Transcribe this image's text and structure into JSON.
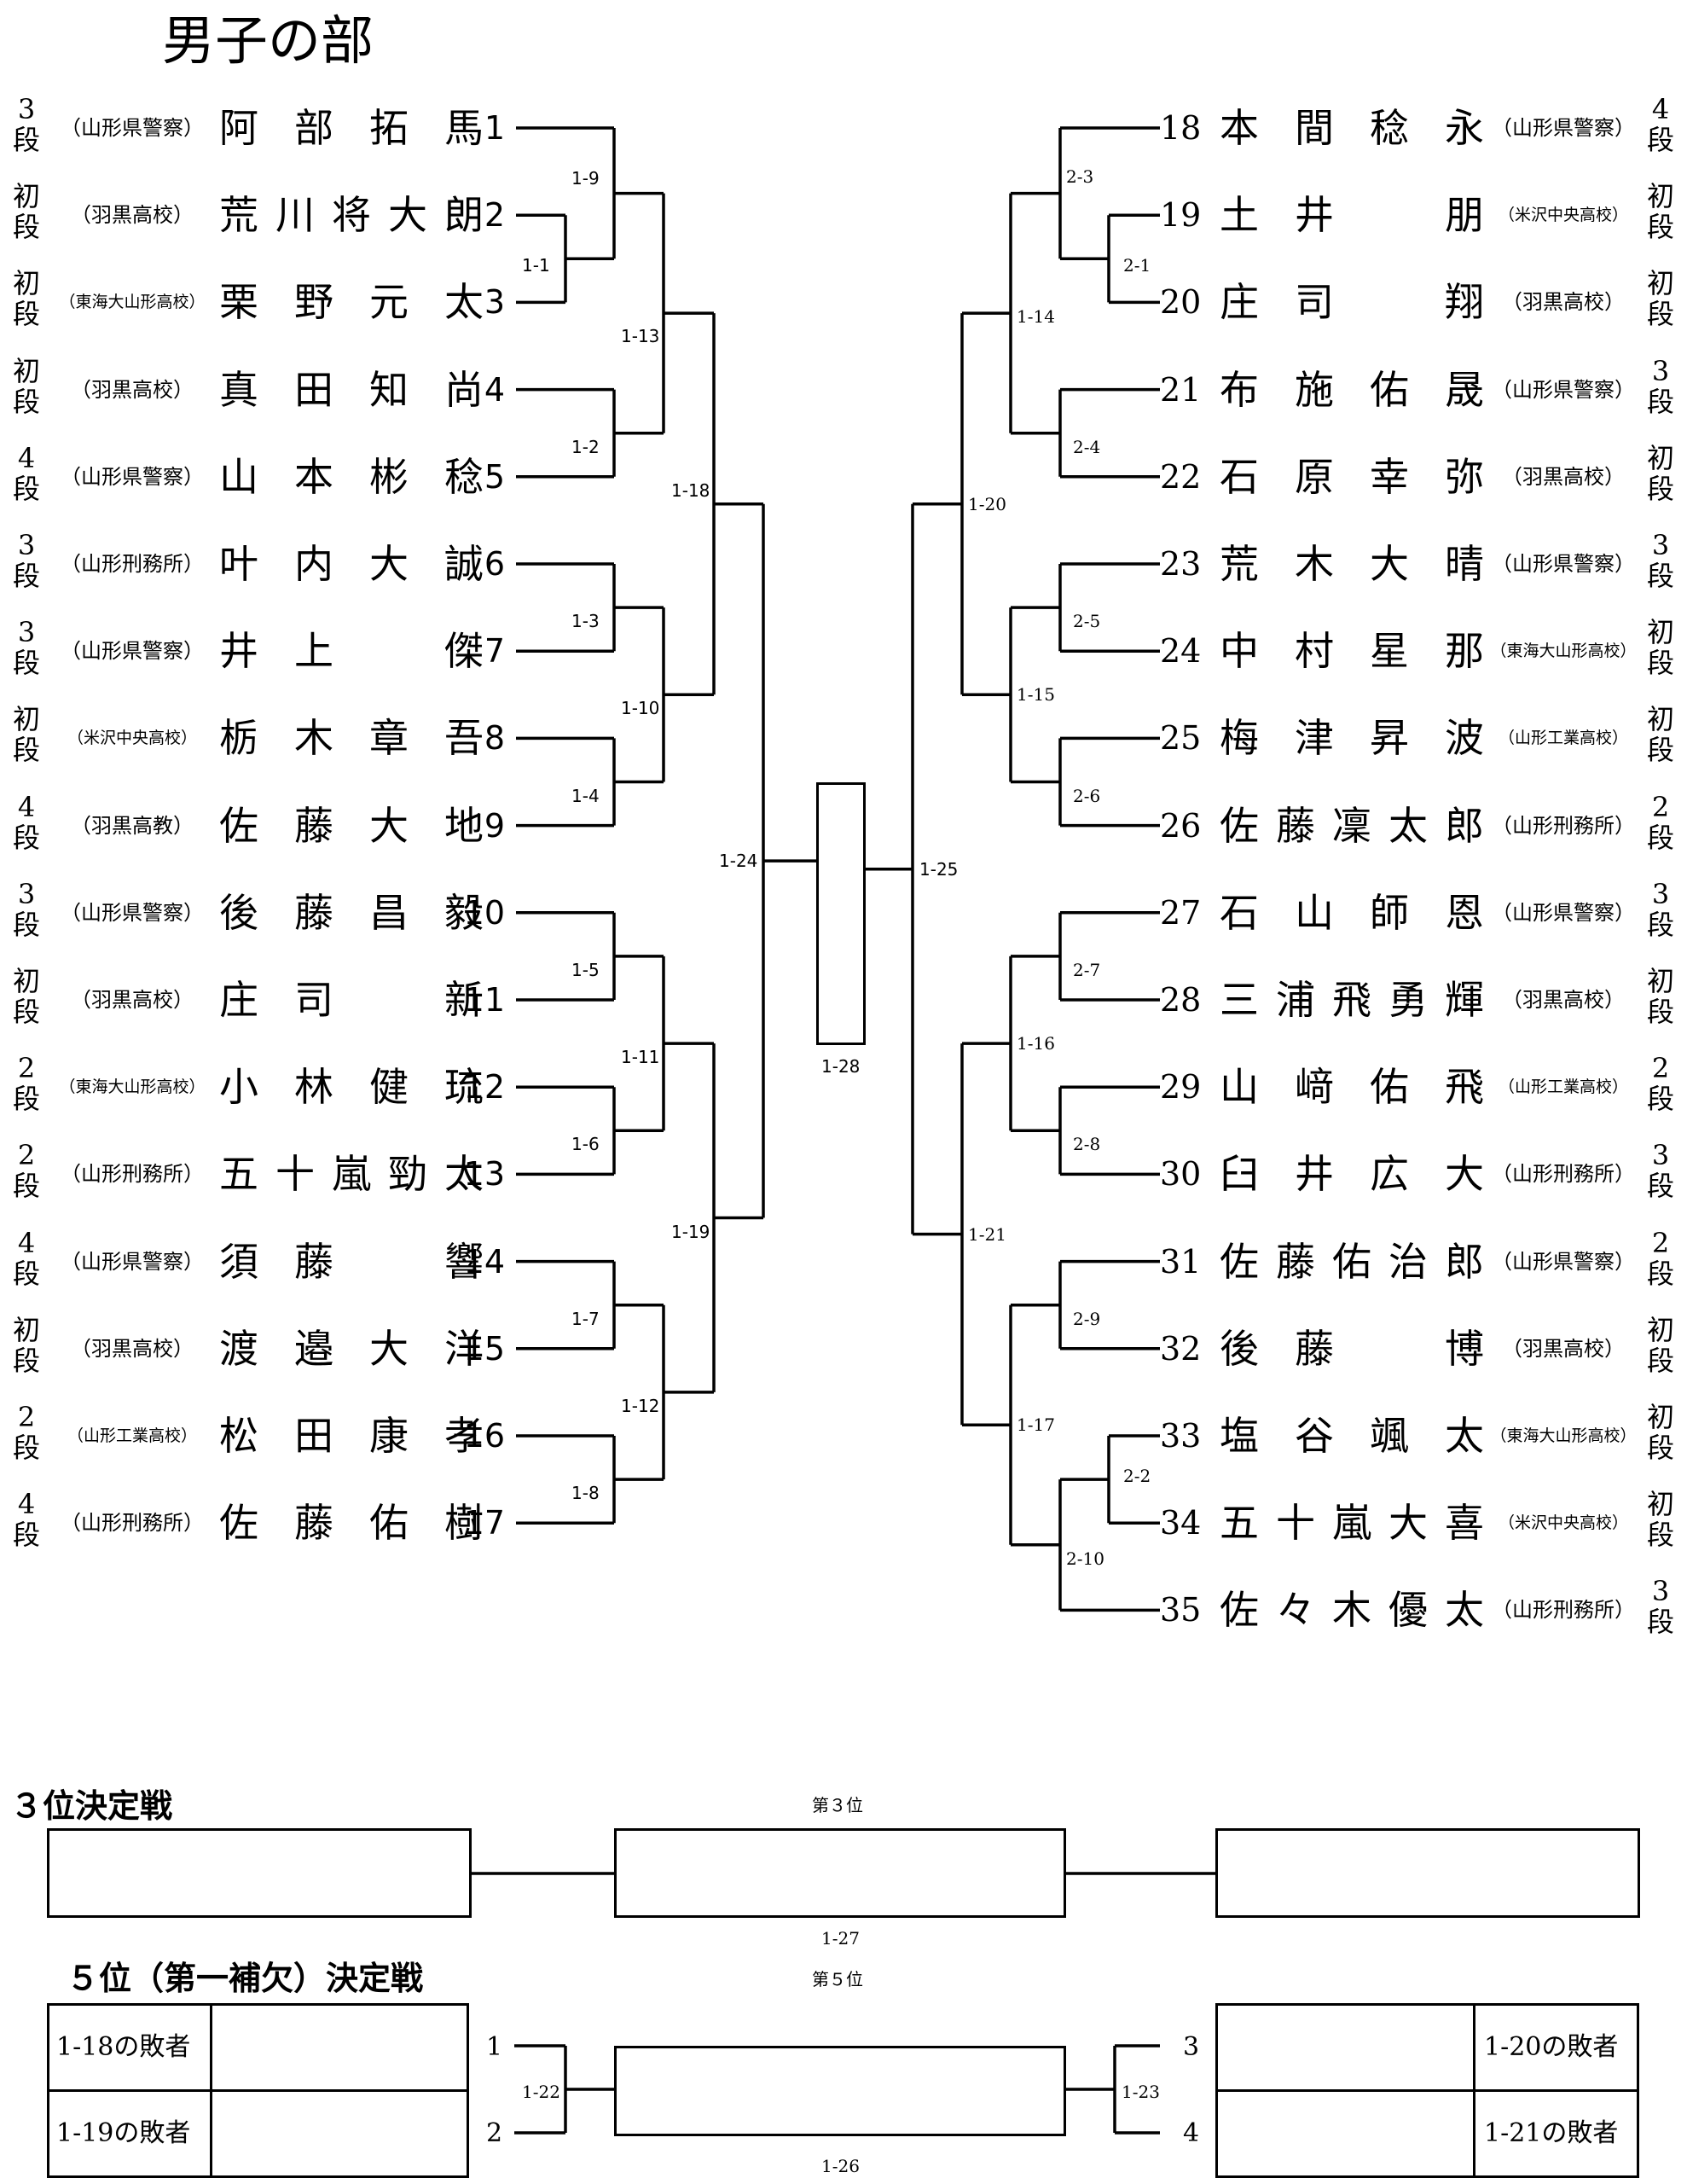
{
  "title": "男子の部",
  "left_players": [
    {
      "no": "1",
      "name": "阿部拓馬",
      "team": "（山形県警察）",
      "grade": [
        "3",
        "段"
      ]
    },
    {
      "no": "2",
      "name": "荒川将大朗",
      "team": "（羽黒高校）",
      "grade": [
        "初",
        "段"
      ]
    },
    {
      "no": "3",
      "name": "栗野元太",
      "team": "（東海大山形高校）",
      "grade": [
        "初",
        "段"
      ]
    },
    {
      "no": "4",
      "name": "真田知尚",
      "team": "（羽黒高校）",
      "grade": [
        "初",
        "段"
      ]
    },
    {
      "no": "5",
      "name": "山本彬稔",
      "team": "（山形県警察）",
      "grade": [
        "4",
        "段"
      ]
    },
    {
      "no": "6",
      "name": "叶内大誠",
      "team": "（山形刑務所）",
      "grade": [
        "3",
        "段"
      ]
    },
    {
      "no": "7",
      "name": "井上傑",
      "team": "（山形県警察）",
      "grade": [
        "3",
        "段"
      ]
    },
    {
      "no": "8",
      "name": "栃木章吾",
      "team": "（米沢中央高校）",
      "grade": [
        "初",
        "段"
      ]
    },
    {
      "no": "9",
      "name": "佐藤大地",
      "team": "（羽黒高教）",
      "grade": [
        "4",
        "段"
      ]
    },
    {
      "no": "10",
      "name": "後藤昌毅",
      "team": "（山形県警察）",
      "grade": [
        "3",
        "段"
      ]
    },
    {
      "no": "11",
      "name": "庄司新",
      "team": "（羽黒高校）",
      "grade": [
        "初",
        "段"
      ]
    },
    {
      "no": "12",
      "name": "小林健琉",
      "team": "（東海大山形高校）",
      "grade": [
        "2",
        "段"
      ]
    },
    {
      "no": "13",
      "name": "五十嵐勁太",
      "team": "（山形刑務所）",
      "grade": [
        "2",
        "段"
      ]
    },
    {
      "no": "14",
      "name": "須藤響",
      "team": "（山形県警察）",
      "grade": [
        "4",
        "段"
      ]
    },
    {
      "no": "15",
      "name": "渡邉大洋",
      "team": "（羽黒高校）",
      "grade": [
        "初",
        "段"
      ]
    },
    {
      "no": "16",
      "name": "松田康孝",
      "team": "（山形工業高校）",
      "grade": [
        "2",
        "段"
      ]
    },
    {
      "no": "17",
      "name": "佐藤佑樹",
      "team": "（山形刑務所）",
      "grade": [
        "4",
        "段"
      ]
    }
  ],
  "right_players": [
    {
      "no": "18",
      "name": "本間稔永",
      "team": "（山形県警察）",
      "grade": [
        "4",
        "段"
      ]
    },
    {
      "no": "19",
      "name": "土井朋",
      "team": "（米沢中央高校）",
      "grade": [
        "初",
        "段"
      ]
    },
    {
      "no": "20",
      "name": "庄司翔",
      "team": "（羽黒高校）",
      "grade": [
        "初",
        "段"
      ]
    },
    {
      "no": "21",
      "name": "布施佑晟",
      "team": "（山形県警察）",
      "grade": [
        "3",
        "段"
      ]
    },
    {
      "no": "22",
      "name": "石原幸弥",
      "team": "（羽黒高校）",
      "grade": [
        "初",
        "段"
      ]
    },
    {
      "no": "23",
      "name": "荒木大晴",
      "team": "（山形県警察）",
      "grade": [
        "3",
        "段"
      ]
    },
    {
      "no": "24",
      "name": "中村星那",
      "team": "（東海大山形高校）",
      "grade": [
        "初",
        "段"
      ]
    },
    {
      "no": "25",
      "name": "梅津昇波",
      "team": "（山形工業高校）",
      "grade": [
        "初",
        "段"
      ]
    },
    {
      "no": "26",
      "name": "佐藤凜太郎",
      "team": "（山形刑務所）",
      "grade": [
        "2",
        "段"
      ]
    },
    {
      "no": "27",
      "name": "石山師恩",
      "team": "（山形県警察）",
      "grade": [
        "3",
        "段"
      ]
    },
    {
      "no": "28",
      "name": "三浦飛勇輝",
      "team": "（羽黒高校）",
      "grade": [
        "初",
        "段"
      ]
    },
    {
      "no": "29",
      "name": "山﨑佑飛",
      "team": "（山形工業高校）",
      "grade": [
        "2",
        "段"
      ]
    },
    {
      "no": "30",
      "name": "臼井広大",
      "team": "（山形刑務所）",
      "grade": [
        "3",
        "段"
      ]
    },
    {
      "no": "31",
      "name": "佐藤佑治郎",
      "team": "（山形県警察）",
      "grade": [
        "2",
        "段"
      ]
    },
    {
      "no": "32",
      "name": "後藤博",
      "team": "（羽黒高校）",
      "grade": [
        "初",
        "段"
      ]
    },
    {
      "no": "33",
      "name": "塩谷颯太",
      "team": "（東海大山形高校）",
      "grade": [
        "初",
        "段"
      ]
    },
    {
      "no": "34",
      "name": "五十嵐大喜",
      "team": "（米沢中央高校）",
      "grade": [
        "初",
        "段"
      ]
    },
    {
      "no": "35",
      "name": "佐々木優太",
      "team": "（山形刑務所）",
      "grade": [
        "3",
        "段"
      ]
    }
  ],
  "matches": {
    "m1_1": "1-1",
    "m1_2": "1-2",
    "m1_3": "1-3",
    "m1_4": "1-4",
    "m1_5": "1-5",
    "m1_6": "1-6",
    "m1_7": "1-7",
    "m1_8": "1-8",
    "m1_9": "1-9",
    "m1_10": "1-10",
    "m1_11": "1-11",
    "m1_12": "1-12",
    "m1_13": "1-13",
    "m1_14": "1-14",
    "m1_15": "1-15",
    "m1_16": "1-16",
    "m1_17": "1-17",
    "m1_18": "1-18",
    "m1_19": "1-19",
    "m1_20": "1-20",
    "m1_21": "1-21",
    "m1_22": "1-22",
    "m1_23": "1-23",
    "m1_24": "1-24",
    "m1_25": "1-25",
    "m1_26": "1-26",
    "m1_27": "1-27",
    "m1_28": "1-28",
    "m2_1": "2-1",
    "m2_2": "2-2",
    "m2_3": "2-3",
    "m2_4": "2-4",
    "m2_5": "2-5",
    "m2_6": "2-6",
    "m2_7": "2-7",
    "m2_8": "2-8",
    "m2_9": "2-9",
    "m2_10": "2-10"
  },
  "third_place": {
    "heading": "３位決定戦",
    "label": "第３位"
  },
  "fifth_place": {
    "heading": "５位（第一補欠）決定戦",
    "label": "第５位",
    "loser_1_18": "1-18の敗者",
    "loser_1_19": "1-19の敗者",
    "loser_1_20": "1-20の敗者",
    "loser_1_21": "1-21の敗者",
    "slot1": "1",
    "slot2": "2",
    "slot3": "3",
    "slot4": "4"
  }
}
